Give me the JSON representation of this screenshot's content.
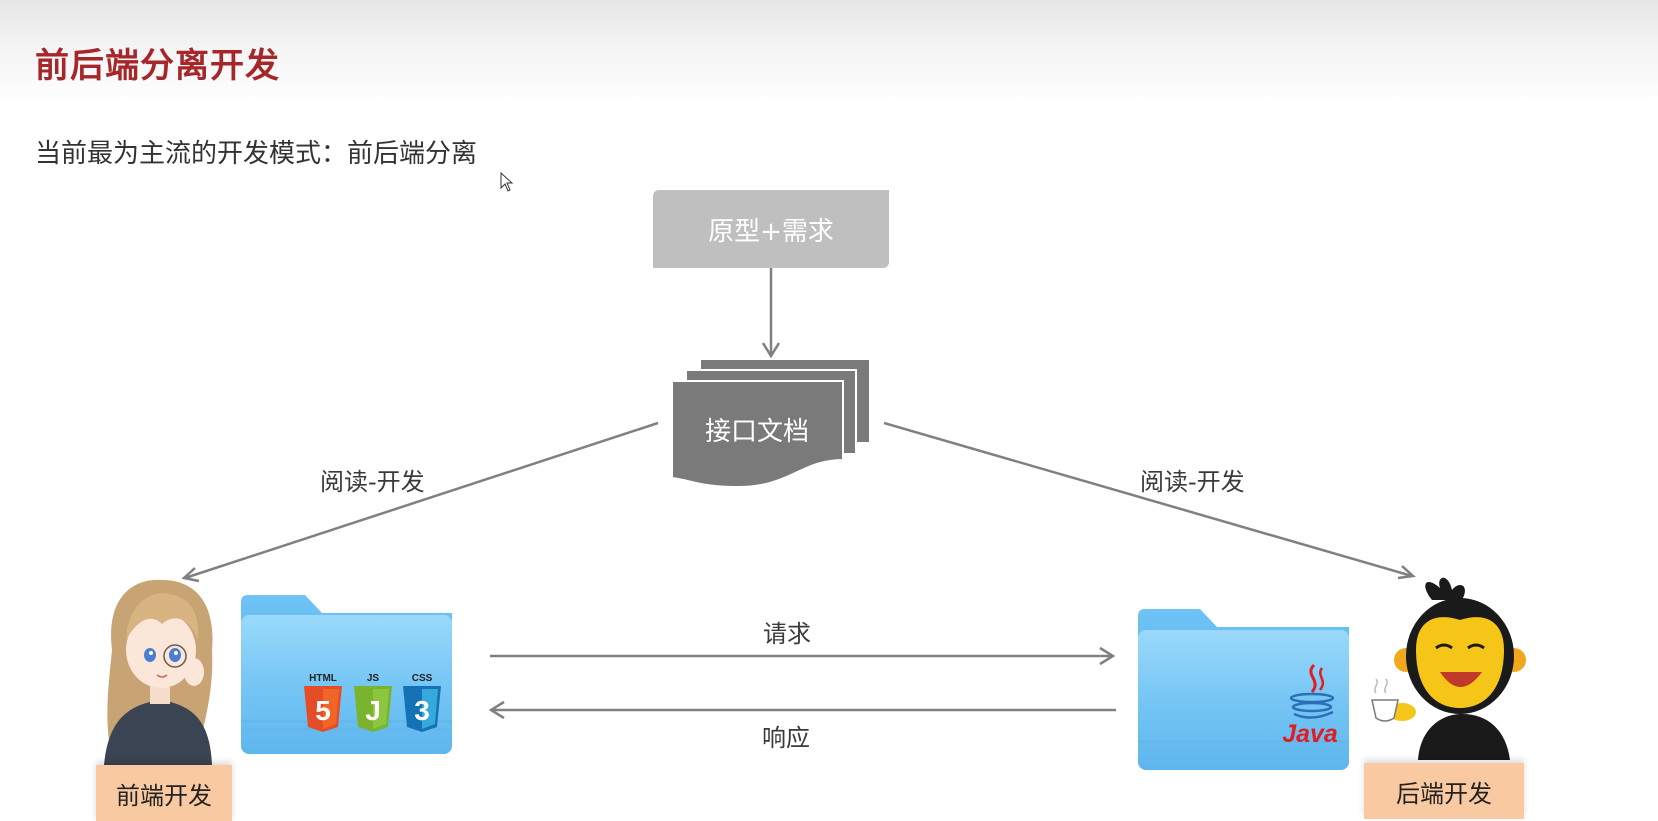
{
  "title": "前后端分离开发",
  "subtitle": "当前最为主流的开发模式：前后端分离",
  "nodes": {
    "prototype": "原型+需求",
    "api_doc": "接口文档"
  },
  "edges": {
    "read_left": "阅读-开发",
    "read_right": "阅读-开发",
    "request": "请求",
    "response": "响应"
  },
  "roles": {
    "frontend": "前端开发",
    "backend": "后端开发"
  },
  "folders": {
    "frontend_tech": [
      "HTML",
      "JS",
      "CSS"
    ],
    "frontend_tech_marks": [
      "5",
      "J",
      "3"
    ],
    "backend_tech": "Java"
  },
  "colors": {
    "title": "#a6262a",
    "prototype_box": "#bfbfbf",
    "doc_box": "#7a7a7a",
    "arrow": "#808080",
    "folder": "#6ec1f2",
    "role_tag": "#f9c9a2",
    "html5": "#e44d26",
    "js": "#8cc63f",
    "css3": "#1572b6",
    "java": "#e11d21"
  },
  "icons": [
    "cursor-arrow-icon",
    "girl-avatar-icon",
    "monkey-avatar-icon",
    "folder-icon",
    "html5-icon",
    "js-icon",
    "css3-icon",
    "java-icon"
  ]
}
